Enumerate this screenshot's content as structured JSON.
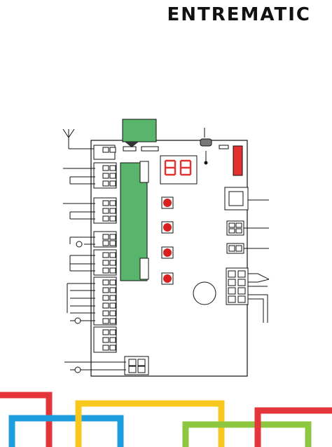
{
  "brand": {
    "name": "ENTREMATIC"
  },
  "board": {
    "terminal_groups": [
      "power-input",
      "motor-1-output",
      "motor-2-output",
      "flashing-light-output",
      "limit-switch-inputs",
      "control-inputs",
      "accessory-power",
      "lamp-output"
    ],
    "display": {
      "segments": 2,
      "color": "#e53030"
    },
    "push_buttons_count": 4,
    "colors": {
      "board_outline": "#111111",
      "module": "#59b46c",
      "button": "#d92020"
    }
  },
  "stripes": {
    "colors": [
      "#e4353a",
      "#1e9ee0",
      "#f7c81e",
      "#8dc63f",
      "#e4353a"
    ]
  },
  "icons": [
    "antenna-icon",
    "usb-icon",
    "lamp-icon",
    "buzzer-icon"
  ]
}
